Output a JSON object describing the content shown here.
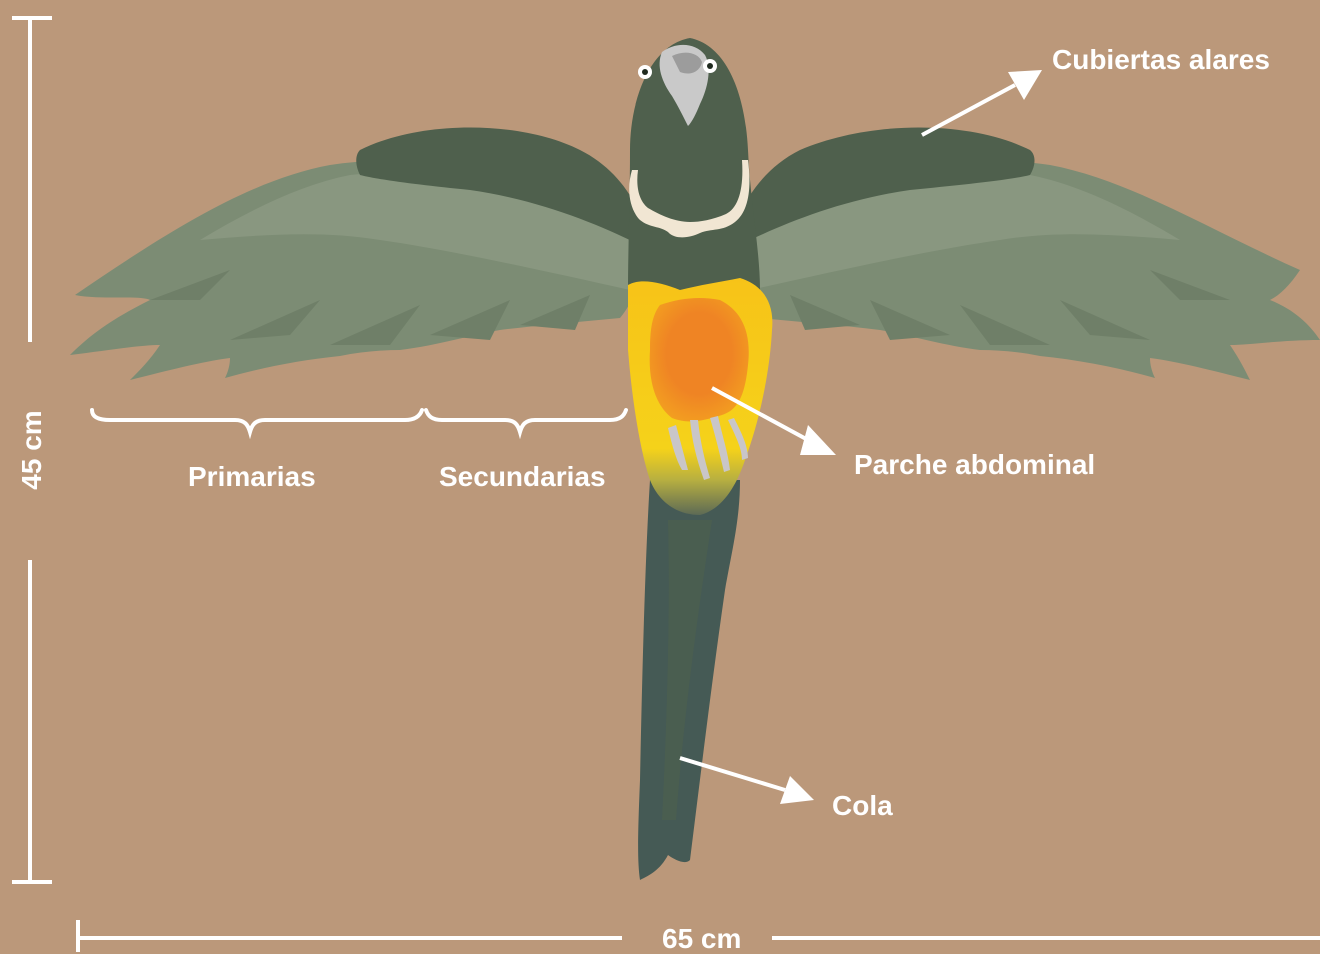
{
  "labels": {
    "coverts": "Cubiertas alares",
    "abdominal_patch": "Parche abdominal",
    "tail": "Cola",
    "primaries": "Primarias",
    "secondaries": "Secundarias"
  },
  "dimensions": {
    "height": "45 cm",
    "width": "65 cm"
  },
  "colors": {
    "background": "#bb987a",
    "wing_feathers": "#7c8c74",
    "body_dark_green": "#4f604d",
    "tail": "#455a55",
    "belly_yellow": "#f7c318",
    "belly_orange": "#ef8424",
    "annotation": "#ffffff"
  }
}
